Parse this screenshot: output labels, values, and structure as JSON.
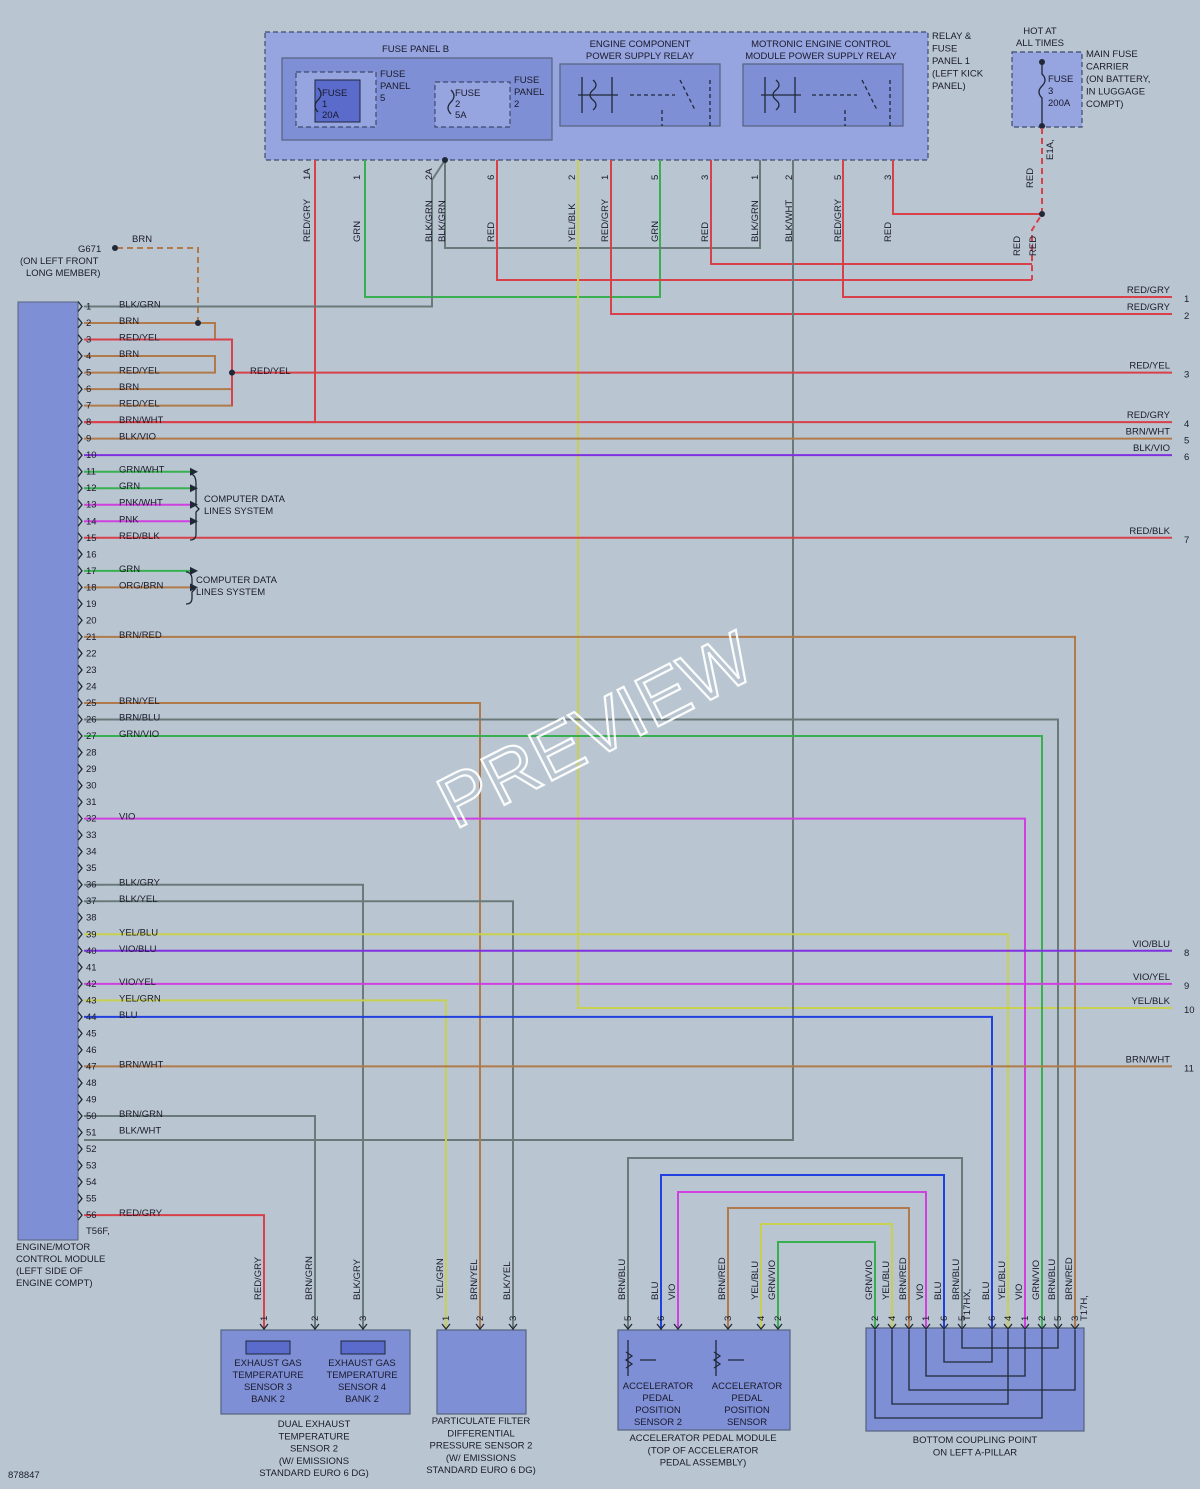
{
  "colors": {
    "background": "#b9c6d1",
    "panel": "#7e8fd6",
    "red": "#d8404a",
    "green": "#38b050",
    "gray": "#6a7a7a",
    "violet": "#d040e0",
    "viol_blue": "#8030e0",
    "blue": "#2040e0",
    "brown": "#b07a4a",
    "yellow": "#c8d050"
  },
  "header": {
    "fuse_panel_b": "FUSE PANEL B",
    "fuse1": [
      "FUSE",
      "1",
      "20A"
    ],
    "fuse2": [
      "FUSE",
      "2",
      "5A"
    ],
    "fuse_panel_5": [
      "FUSE",
      "PANEL",
      "5"
    ],
    "fuse_panel_2": [
      "FUSE",
      "PANEL",
      "2"
    ],
    "engine_relay": [
      "ENGINE COMPONENT",
      "POWER SUPPLY RELAY"
    ],
    "motronic_relay": [
      "MOTRONIC ENGINE CONTROL",
      "MODULE POWER SUPPLY RELAY"
    ],
    "relay_fuse_panel": [
      "RELAY &",
      "FUSE",
      "PANEL 1",
      "(LEFT KICK",
      "PANEL)"
    ],
    "hot_at_all_times": [
      "HOT AT",
      "ALL TIMES"
    ],
    "fuse3": [
      "FUSE",
      "3",
      "200A"
    ],
    "main_fuse_carrier": [
      "MAIN FUSE",
      "CARRIER",
      "(ON BATTERY,",
      "IN LUGGAGE",
      "COMPT)"
    ],
    "e1a": "E1A,"
  },
  "top_pins": [
    {
      "pin": "1A",
      "wire": "RED/GRY"
    },
    {
      "pin": "1",
      "wire": "GRN"
    },
    {
      "pin": "2A",
      "wire": "BLK/GRN"
    },
    {
      "pin": "",
      "wire": "BLK/GRN"
    },
    {
      "pin": "6",
      "wire": "RED"
    },
    {
      "pin": "2",
      "wire": "YEL/BLK"
    },
    {
      "pin": "1",
      "wire": "RED/GRY"
    },
    {
      "pin": "5",
      "wire": "GRN"
    },
    {
      "pin": "3",
      "wire": "RED"
    },
    {
      "pin": "1",
      "wire": "BLK/GRN"
    },
    {
      "pin": "2",
      "wire": "BLK/WHT"
    },
    {
      "pin": "5",
      "wire": "RED/GRY"
    },
    {
      "pin": "3",
      "wire": "RED"
    }
  ],
  "main_fuse_wires": [
    "RED",
    "RED",
    "RED"
  ],
  "ground": {
    "id": "G671",
    "desc": [
      "(ON LEFT FRONT",
      "LONG MEMBER)"
    ],
    "wire": "BRN"
  },
  "ecm": {
    "label": [
      "ENGINE/MOTOR",
      "CONTROL MODULE",
      "(LEFT SIDE OF",
      "ENGINE COMPT)"
    ],
    "connector": "T56F,",
    "pins": [
      {
        "n": "1",
        "c": "BLK/GRN"
      },
      {
        "n": "2",
        "c": "BRN"
      },
      {
        "n": "3",
        "c": "RED/YEL"
      },
      {
        "n": "4",
        "c": "BRN"
      },
      {
        "n": "5",
        "c": "RED/YEL"
      },
      {
        "n": "6",
        "c": "BRN"
      },
      {
        "n": "7",
        "c": "RED/YEL"
      },
      {
        "n": "8",
        "c": "BRN/WHT"
      },
      {
        "n": "9",
        "c": "BLK/VIO"
      },
      {
        "n": "10",
        "c": ""
      },
      {
        "n": "11",
        "c": "GRN/WHT"
      },
      {
        "n": "12",
        "c": "GRN"
      },
      {
        "n": "13",
        "c": "PNK/WHT"
      },
      {
        "n": "14",
        "c": "PNK"
      },
      {
        "n": "15",
        "c": "RED/BLK"
      },
      {
        "n": "16",
        "c": ""
      },
      {
        "n": "17",
        "c": "GRN"
      },
      {
        "n": "18",
        "c": "ORG/BRN"
      },
      {
        "n": "19",
        "c": ""
      },
      {
        "n": "20",
        "c": ""
      },
      {
        "n": "21",
        "c": "BRN/RED"
      },
      {
        "n": "22",
        "c": ""
      },
      {
        "n": "23",
        "c": ""
      },
      {
        "n": "24",
        "c": ""
      },
      {
        "n": "25",
        "c": "BRN/YEL"
      },
      {
        "n": "26",
        "c": "BRN/BLU"
      },
      {
        "n": "27",
        "c": "GRN/VIO"
      },
      {
        "n": "28",
        "c": ""
      },
      {
        "n": "29",
        "c": ""
      },
      {
        "n": "30",
        "c": ""
      },
      {
        "n": "31",
        "c": ""
      },
      {
        "n": "32",
        "c": "VIO"
      },
      {
        "n": "33",
        "c": ""
      },
      {
        "n": "34",
        "c": ""
      },
      {
        "n": "35",
        "c": ""
      },
      {
        "n": "36",
        "c": "BLK/GRY"
      },
      {
        "n": "37",
        "c": "BLK/YEL"
      },
      {
        "n": "38",
        "c": ""
      },
      {
        "n": "39",
        "c": "YEL/BLU"
      },
      {
        "n": "40",
        "c": "VIO/BLU"
      },
      {
        "n": "41",
        "c": ""
      },
      {
        "n": "42",
        "c": "VIO/YEL"
      },
      {
        "n": "43",
        "c": "YEL/GRN"
      },
      {
        "n": "44",
        "c": "BLU"
      },
      {
        "n": "45",
        "c": ""
      },
      {
        "n": "46",
        "c": ""
      },
      {
        "n": "47",
        "c": "BRN/WHT"
      },
      {
        "n": "48",
        "c": ""
      },
      {
        "n": "49",
        "c": ""
      },
      {
        "n": "50",
        "c": "BRN/GRN"
      },
      {
        "n": "51",
        "c": "BLK/WHT"
      },
      {
        "n": "52",
        "c": ""
      },
      {
        "n": "53",
        "c": ""
      },
      {
        "n": "54",
        "c": ""
      },
      {
        "n": "55",
        "c": ""
      },
      {
        "n": "56",
        "c": "RED/GRY"
      }
    ]
  },
  "red_yel_splice": "RED/YEL",
  "computer_data_lines": [
    "COMPUTER DATA",
    "LINES SYSTEM"
  ],
  "right_refs": [
    {
      "n": "1",
      "c": "RED/GRY"
    },
    {
      "n": "2",
      "c": "RED/GRY"
    },
    {
      "n": "3",
      "c": "RED/YEL"
    },
    {
      "n": "4",
      "c": "RED/GRY"
    },
    {
      "n": "5",
      "c": "BRN/WHT"
    },
    {
      "n": "6",
      "c": "BLK/VIO"
    },
    {
      "n": "7",
      "c": "RED/BLK"
    },
    {
      "n": "8",
      "c": "VIO/BLU"
    },
    {
      "n": "9",
      "c": "VIO/YEL"
    },
    {
      "n": "10",
      "c": "YEL/BLK"
    },
    {
      "n": "11",
      "c": "BRN/WHT"
    }
  ],
  "bottom": {
    "exhaust": {
      "pins": [
        {
          "n": "1",
          "c": "RED/GRY"
        },
        {
          "n": "2",
          "c": "BRN/GRN"
        },
        {
          "n": "3",
          "c": "BLK/GRY"
        }
      ],
      "sensor3": [
        "EXHAUST GAS",
        "TEMPERATURE",
        "SENSOR 3",
        "BANK 2"
      ],
      "sensor4": [
        "EXHAUST GAS",
        "TEMPERATURE",
        "SENSOR 4",
        "BANK 2"
      ],
      "caption": [
        "DUAL EXHAUST",
        "TEMPERATURE",
        "SENSOR 2",
        "(W/ EMISSIONS",
        "STANDARD EURO 6 DG)"
      ]
    },
    "particulate": {
      "pins": [
        {
          "n": "1",
          "c": "YEL/GRN"
        },
        {
          "n": "2",
          "c": "BRN/YEL"
        },
        {
          "n": "3",
          "c": "BLK/YEL"
        }
      ],
      "caption": [
        "PARTICULATE FILTER",
        "DIFFERENTIAL",
        "PRESSURE SENSOR 2",
        "(W/ EMISSIONS",
        "STANDARD EURO 6 DG)"
      ]
    },
    "pedal": {
      "pins": [
        {
          "n": "5",
          "c": "BRN/BLU"
        },
        {
          "n": "6",
          "c": "BLU"
        },
        {
          "n": "",
          "c": "VIO"
        },
        {
          "n": "3",
          "c": "BRN/RED"
        },
        {
          "n": "4",
          "c": "YEL/BLU"
        },
        {
          "n": "2",
          "c": "GRN/VIO"
        }
      ],
      "sensor2": [
        "ACCELERATOR",
        "PEDAL",
        "POSITION",
        "SENSOR 2"
      ],
      "sensor1": [
        "ACCELERATOR",
        "PEDAL",
        "POSITION",
        "SENSOR"
      ],
      "caption": [
        "ACCELERATOR PEDAL MODULE",
        "(TOP OF ACCELERATOR",
        "PEDAL ASSEMBLY)"
      ]
    },
    "coupling": {
      "pins_left": [
        {
          "n": "2",
          "c": "GRN/VIO"
        },
        {
          "n": "4",
          "c": "YEL/BLU"
        },
        {
          "n": "3",
          "c": "BRN/RED"
        },
        {
          "n": "1",
          "c": "VIO"
        },
        {
          "n": "6",
          "c": "BLU"
        },
        {
          "n": "5",
          "c": "BRN/BLU"
        }
      ],
      "conn_left": "T17HX,",
      "pins_right": [
        {
          "n": "6",
          "c": "BLU"
        },
        {
          "n": "4",
          "c": "YEL/BLU"
        },
        {
          "n": "1",
          "c": "VIO"
        },
        {
          "n": "2",
          "c": "GRN/VIO"
        },
        {
          "n": "5",
          "c": "BRN/BLU"
        },
        {
          "n": "3",
          "c": "BRN/RED"
        }
      ],
      "conn_right": "T17H,",
      "caption": [
        "BOTTOM COUPLING POINT",
        "ON LEFT A-PILLAR"
      ]
    }
  },
  "doc_number": "878847",
  "watermark": "PREVIEW"
}
